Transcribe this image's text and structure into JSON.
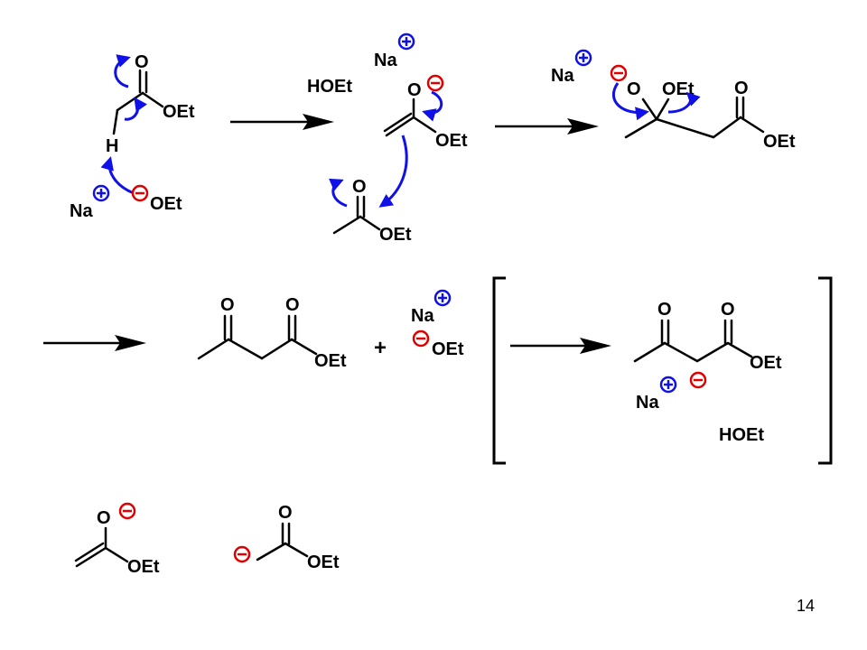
{
  "colors": {
    "positive": "#1010e8",
    "negative": "#e00000",
    "curved_arrow": "#1010e8",
    "text": "#000000"
  },
  "labels": {
    "O": "O",
    "OEt": "OEt",
    "H": "H",
    "Na": "Na",
    "HOEt": "HOEt",
    "plus_sign": "+",
    "plus_charge": "+",
    "minus_charge": "−"
  },
  "page_number": "14"
}
